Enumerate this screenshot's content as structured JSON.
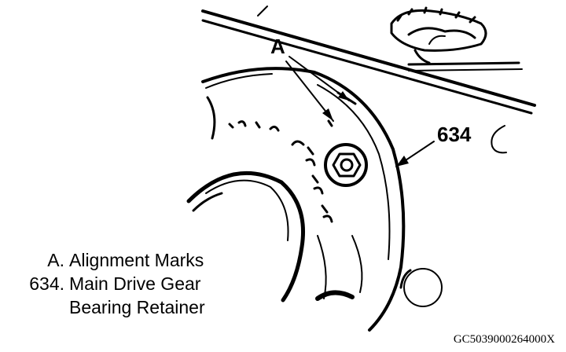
{
  "callouts": {
    "a": "A",
    "retainer": "634"
  },
  "legend": {
    "items": [
      {
        "key": "A.",
        "text": "Alignment Marks"
      },
      {
        "key": "634.",
        "text": "Main Drive Gear",
        "continuation": "Bearing Retainer"
      }
    ]
  },
  "figure_code": "GC5039000264000X",
  "colors": {
    "ink": "#000000",
    "paper": "#ffffff"
  }
}
